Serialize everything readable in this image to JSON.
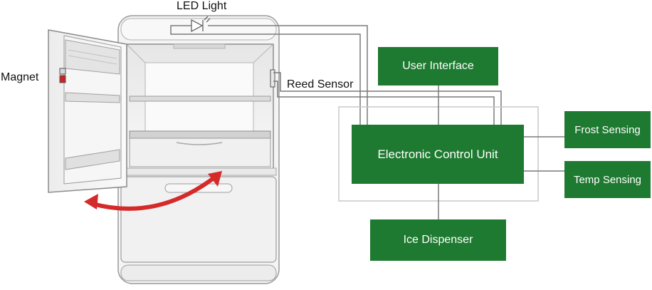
{
  "labels": {
    "led_light": "LED Light",
    "magnet": "Magnet",
    "reed_sensor": "Reed Sensor"
  },
  "blocks": {
    "user_interface": "User Interface",
    "ecu": "Electronic Control Unit",
    "frost_sensing": "Frost Sensing",
    "temp_sensing": "Temp Sensing",
    "ice_dispenser": "Ice Dispenser"
  },
  "colors": {
    "block_fill": "#1e7a30",
    "block_text": "#ffffff",
    "wire": "#7a7a7a",
    "arrow": "#d42a2a",
    "fridge_outline": "#9a9a9a",
    "fridge_fill": "#f1f1f1"
  }
}
